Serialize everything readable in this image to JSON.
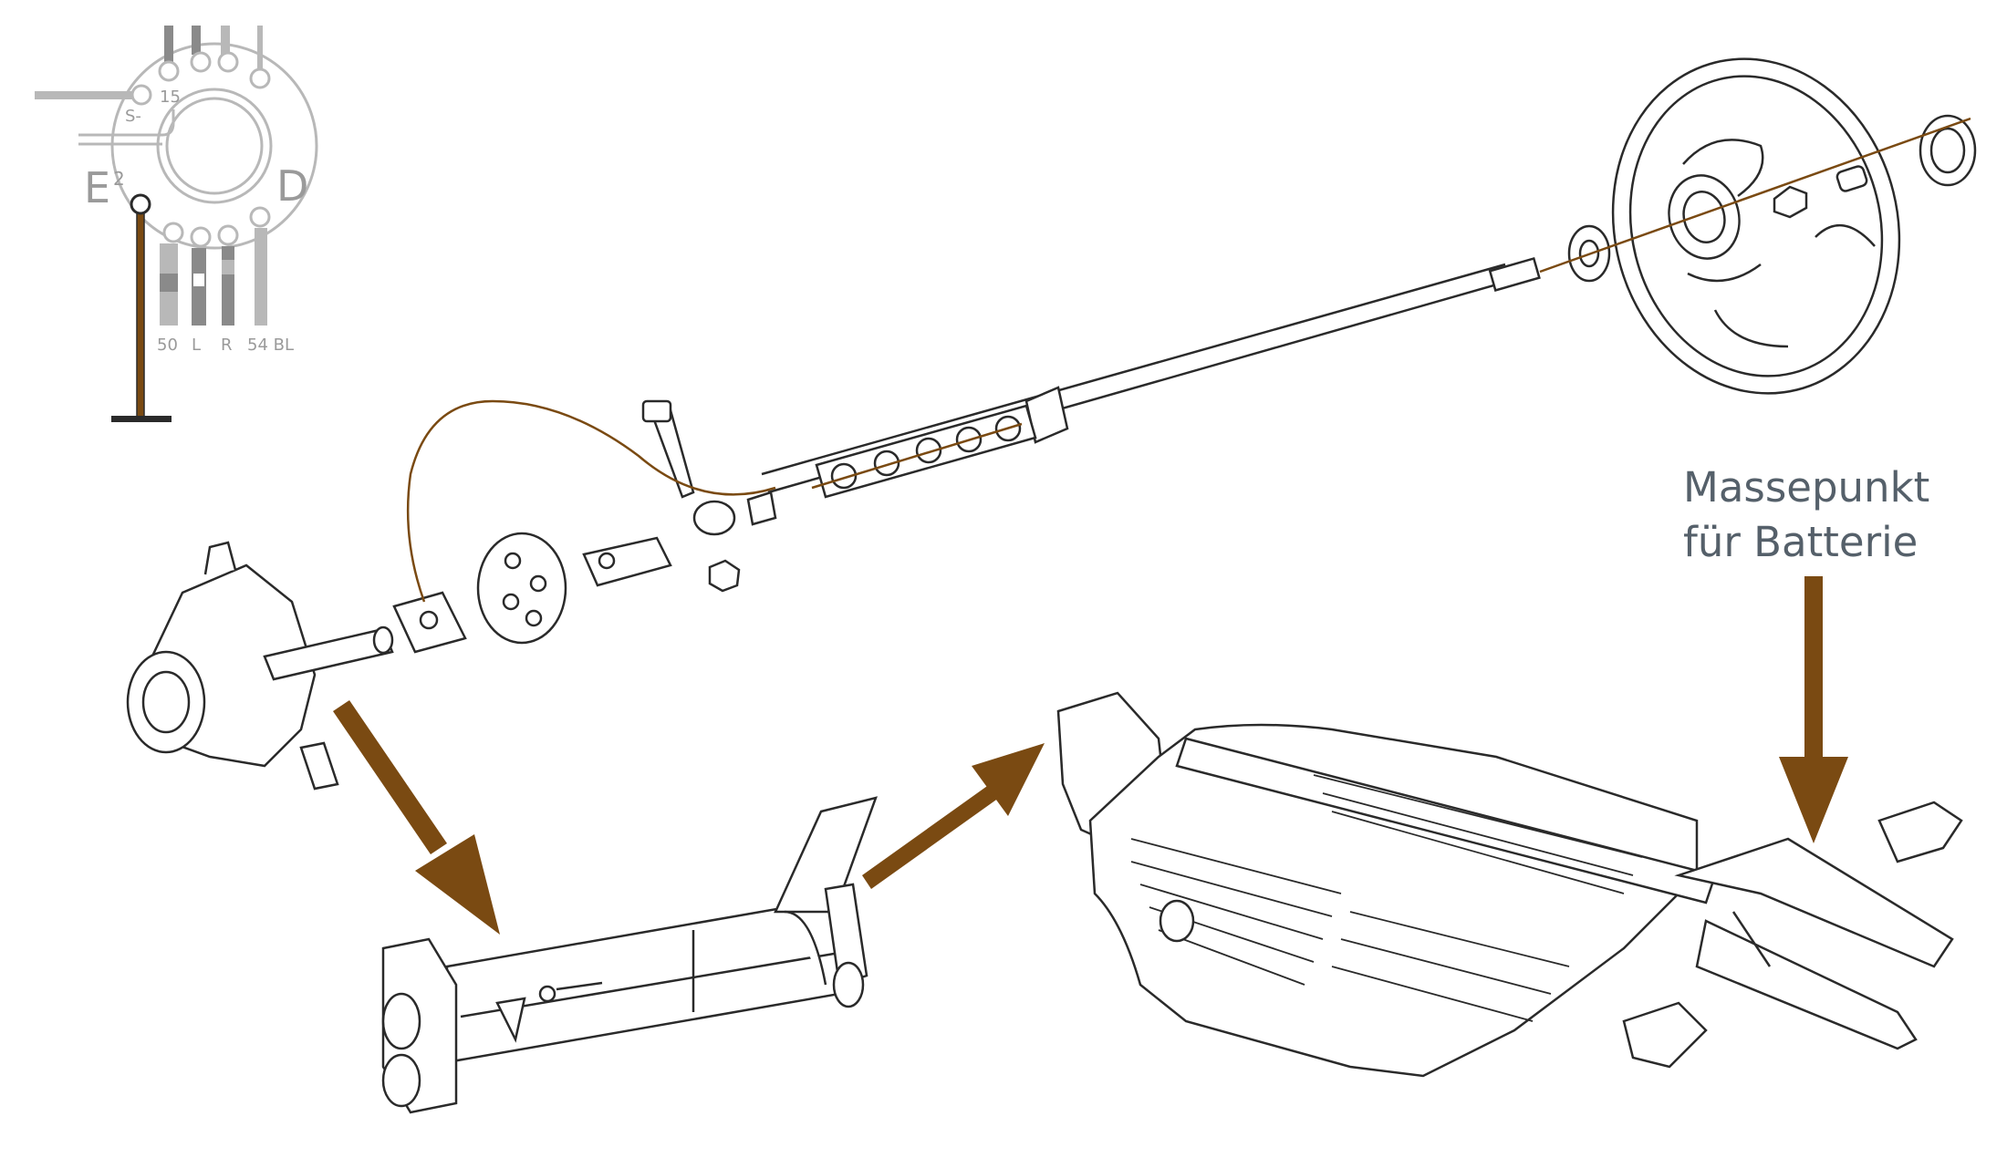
{
  "colors": {
    "wire": "#7a4a12",
    "arrow": "#7a4a12",
    "line": "#2a2a2a",
    "switch_grey": "#b8b8b8",
    "label_grey": "#9a9a9a",
    "callout_text": "#55606a"
  },
  "ignition_switch": {
    "terminals_top": [
      "15",
      "S-"
    ],
    "side_letters": [
      "E",
      "2",
      "D"
    ],
    "terminals_bottom": [
      "50",
      "L",
      "R",
      "54 BL"
    ]
  },
  "callout": {
    "line1": "Massepunkt",
    "line2": "für Batterie"
  },
  "parts": [
    "steering-wheel",
    "steering-column",
    "steering-coupling",
    "steering-gearbox",
    "front-axle-beam",
    "chassis-frame"
  ]
}
